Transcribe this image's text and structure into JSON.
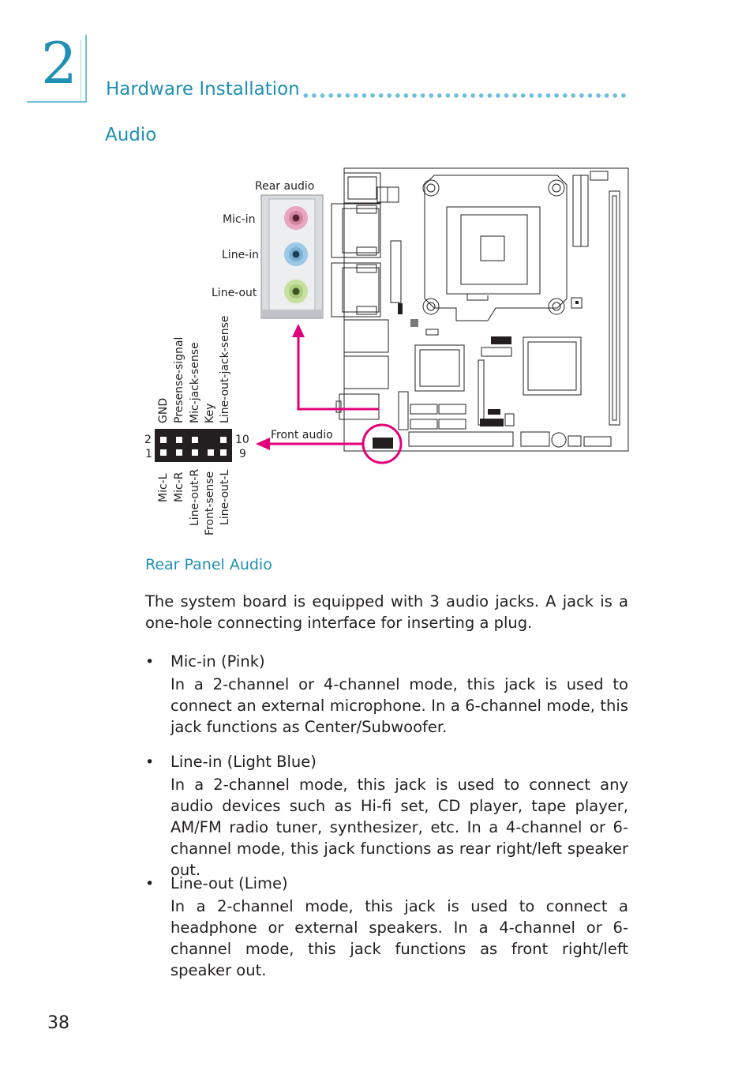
{
  "chapter": {
    "number": "2",
    "title": "Hardware Installation"
  },
  "section": {
    "title": "Audio"
  },
  "figure": {
    "rear_audio_label": "Rear  audio",
    "jack_labels": [
      "Mic-in",
      "Line-in",
      "Line-out"
    ],
    "front_audio_label": "Front  audio",
    "header_pin_numbers": {
      "top_left": "2",
      "bottom_left": "1",
      "top_right": "10",
      "bottom_right": "9"
    },
    "top_pin_labels": [
      "GND",
      "Presense-signal",
      "Mic-jack-sense",
      "Key",
      "Line-out-jack-sense"
    ],
    "bottom_pin_labels": [
      "Mic-L",
      "Mic-R",
      "Line-out-R",
      "Front-sense",
      "Line-out-L"
    ],
    "colors": {
      "mic_in": "#e8a6bf",
      "line_in": "#9cc8e8",
      "line_out": "#c6e0a0",
      "callout": "#e2007a"
    }
  },
  "rear_panel": {
    "title": "Rear  Panel Audio",
    "intro": "The system board is equipped with 3 audio jacks. A jack is a one-hole connecting interface for inserting a plug.",
    "bullets": [
      {
        "marker": "•",
        "title": "Mic-in (Pink)",
        "text": "In a 2-channel or 4-channel mode, this jack is used to connect an external microphone. In a 6-channel mode, this jack functions as Center/Subwoofer."
      },
      {
        "marker": "•",
        "title": "Line-in (Light Blue)",
        "text": "In a 2-channel mode, this jack is used to connect any audio devices such as Hi-fi set, CD player, tape player, AM/FM radio tuner, synthesizer, etc. In a 4-channel or 6-channel mode, this jack functions as rear right/left speaker out."
      },
      {
        "marker": "•",
        "title": "Line-out (Lime)",
        "text": "In a 2-channel mode, this jack is used to connect a headphone or external speakers. In a 4-channel or 6-channel mode, this jack functions as front right/left speaker out."
      }
    ]
  },
  "page_number": "38"
}
